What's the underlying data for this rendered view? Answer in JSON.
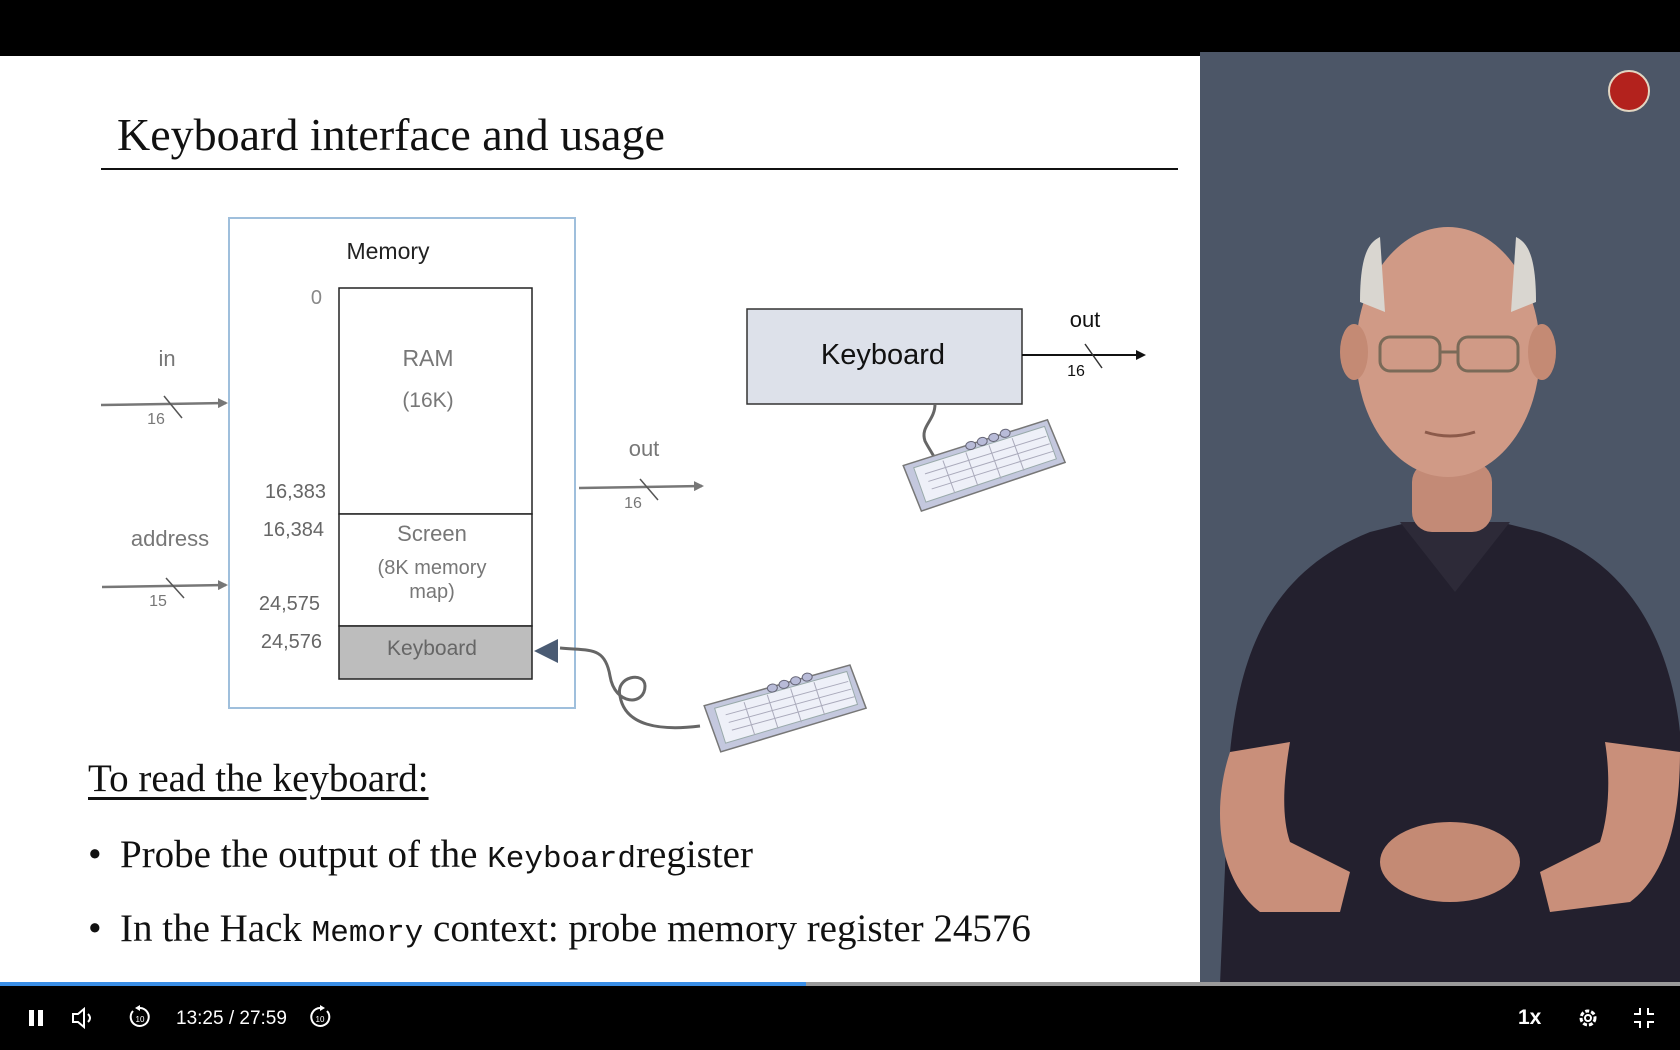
{
  "slide": {
    "title": "Keyboard interface and usage",
    "diagram": {
      "memory_label": "Memory",
      "addr_0": "0",
      "ram_label": "RAM",
      "ram_size": "(16K)",
      "addr_16383": "16,383",
      "addr_16384": "16,384",
      "screen_label": "Screen",
      "screen_size_line1": "(8K memory",
      "screen_size_line2": "map)",
      "addr_24575": "24,575",
      "addr_24576": "24,576",
      "keyboard_region_label": "Keyboard",
      "in_label": "in",
      "in_width": "16",
      "address_label": "address",
      "address_width": "15",
      "mem_out_label": "out",
      "mem_out_width": "16",
      "keyboard_chip_label": "Keyboard",
      "kb_out_label": "out",
      "kb_out_width": "16"
    },
    "read_heading": "To read the keyboard:",
    "bullet_char": "•",
    "bullet1": {
      "before": "Probe the output of the",
      "code": "Keyboard",
      "after": "register"
    },
    "bullet2": {
      "before": "In the Hack",
      "code": "Memory",
      "after": "context: probe memory register 24576"
    }
  },
  "player": {
    "time": "13:25 / 27:59",
    "progress_fraction": 0.48,
    "speed": "1x",
    "icons": [
      "pause-icon",
      "volume-icon",
      "rewind-10-icon",
      "forward-10-icon",
      "gear-icon",
      "fullscreen-icon"
    ],
    "accent": "#3a8ee6",
    "logo_color": "#b3221d"
  }
}
